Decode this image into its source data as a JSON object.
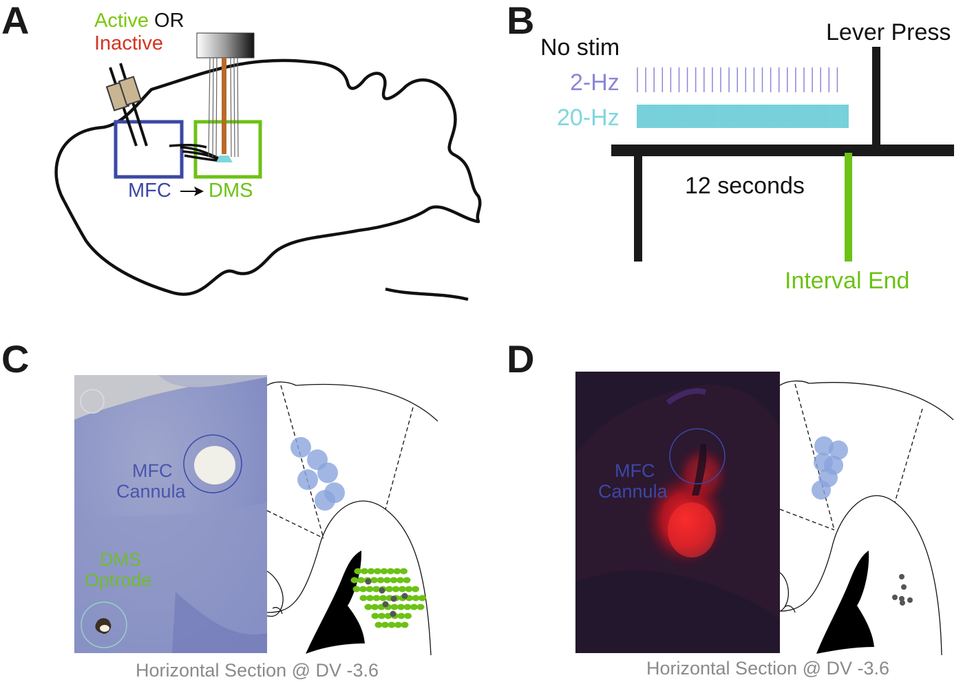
{
  "panel_letters": {
    "a": "A",
    "b": "B",
    "c": "C",
    "d": "D"
  },
  "panel_a": {
    "active_label": "Active",
    "or_label": "OR",
    "inactive_label": "Inactive",
    "mfc_label": "MFC",
    "dms_label": "DMS",
    "colors": {
      "active": "#7ac70c",
      "inactive": "#d8321e",
      "mfc": "#3b48a6",
      "dms": "#6cc214",
      "fiber": "#b86a2a"
    }
  },
  "panel_b": {
    "no_stim_label": "No stim",
    "hz2_label": "2-Hz",
    "hz20_label": "20-Hz",
    "lever_press_label": "Lever Press",
    "seconds_label": "12 seconds",
    "interval_end_label": "Interval End",
    "colors": {
      "hz2": "#8a86d6",
      "hz20": "#7fd6de",
      "interval_end": "#6cc214"
    }
  },
  "panel_c": {
    "mfc_label_1": "MFC",
    "mfc_label_2": "Cannula",
    "dms_label_1": "DMS",
    "dms_label_2": "Optrode",
    "caption": "Horizontal Section @ DV -3.6"
  },
  "panel_d": {
    "mfc_label_1": "MFC",
    "mfc_label_2": "Cannula",
    "caption": "Horizontal Section @ DV -3.6"
  }
}
